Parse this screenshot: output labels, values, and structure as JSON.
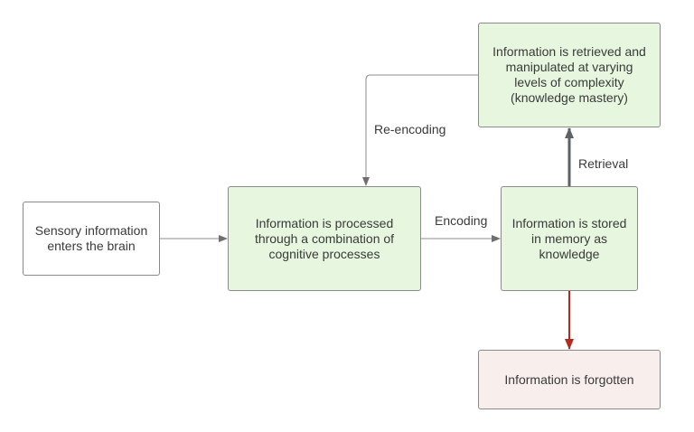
{
  "nodes": {
    "sensory": "Sensory information enters the brain",
    "processed": "Information is processed through a combination of cognitive processes",
    "stored": "Information is stored in memory as knowledge",
    "retrieved": "Information is retrieved and manipulated at varying levels of complexity (knowledge mastery)",
    "forgotten": "Information is forgotten"
  },
  "edge_labels": {
    "encoding": "Encoding",
    "retrieval": "Retrieval",
    "reencoding": "Re-encoding"
  },
  "colors": {
    "box_border": "#8a8a8a",
    "green_fill": "#e7f6df",
    "pink_fill": "#f8eeec",
    "thin_arrow": "#8c8c8c",
    "retrieval_arrow": "#5c6266",
    "forgotten_arrow": "#b22a22"
  }
}
